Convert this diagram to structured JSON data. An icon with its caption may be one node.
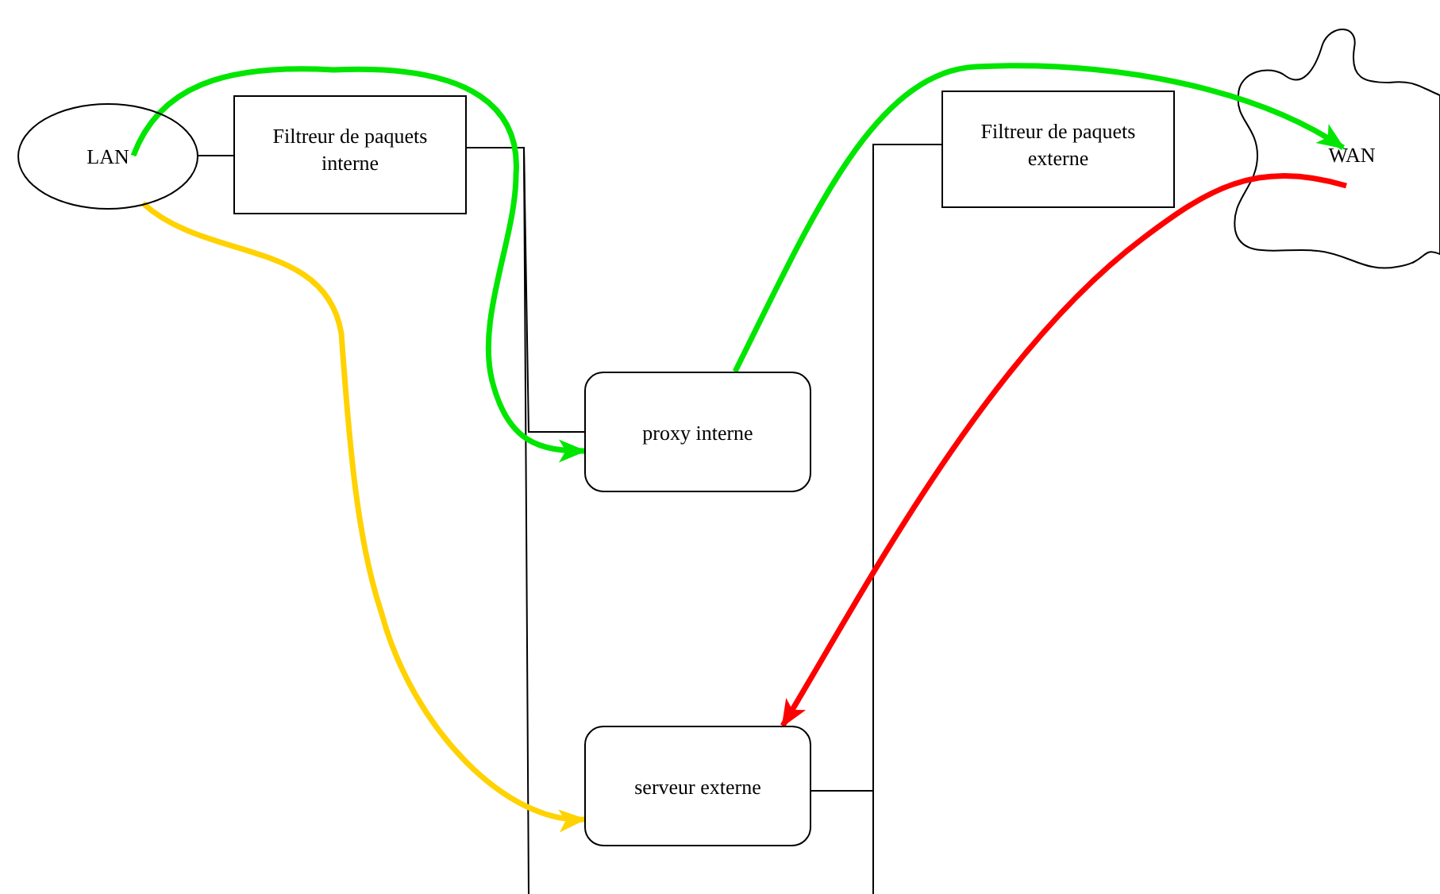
{
  "diagram": {
    "nodes": [
      {
        "text": [
          "LAN"
        ]
      },
      {
        "text": [
          "Filtreur de paquets interne"
        ]
      },
      {
        "text": [
          "Filtreur de paquets externe"
        ]
      },
      {
        "text": [
          "WAN"
        ]
      },
      {
        "text": [
          "proxy interne"
        ]
      },
      {
        "text": [
          "serveur externe"
        ]
      }
    ],
    "edges": [
      {
        "from": 0,
        "to": 1,
        "arrow": "none"
      },
      {
        "from": 1,
        "to": 4,
        "arrow": "none"
      },
      {
        "from": 1,
        "to": null,
        "arrow": "none"
      },
      {
        "from": 5,
        "to": 2,
        "arrow": "none"
      },
      {
        "from": 2,
        "to": null,
        "arrow": "none"
      },
      {
        "from": 0,
        "to": 4,
        "arrow": "to",
        "style": "thick",
        "color": "#00e600"
      },
      {
        "from": 0,
        "to": 5,
        "arrow": "to",
        "style": "thick",
        "color": "#ffd200"
      },
      {
        "from": 4,
        "to": 3,
        "arrow": "to",
        "style": "thick",
        "color": "#00e600"
      },
      {
        "from": 3,
        "to": 5,
        "arrow": "to",
        "style": "thick",
        "color": "#ff0000"
      }
    ]
  }
}
